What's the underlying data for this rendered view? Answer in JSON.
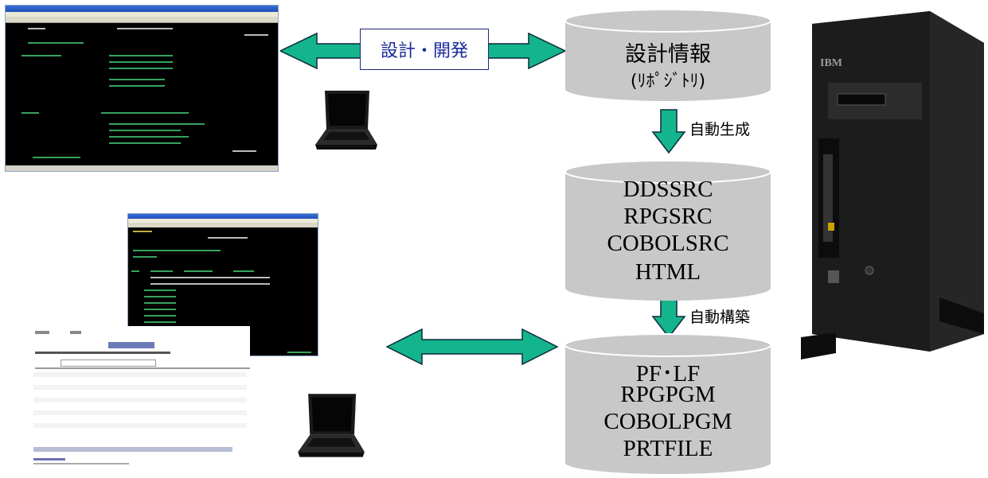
{
  "design_label": "設計・開発",
  "repository": {
    "line1": "設計情報",
    "line2": "(ﾘﾎﾟｼﾞﾄﾘ)"
  },
  "step1_label": "自動生成",
  "sources": [
    "DDSSRC",
    "RPGSRC",
    "COBOLSRC",
    "HTML"
  ],
  "step2_label": "自動構築",
  "objects": [
    "PF･LF",
    "RPGPGM",
    "COBOLPGM",
    "PRTFILE"
  ],
  "server": {
    "brand": "IBM"
  },
  "colors": {
    "arrow": "#14b58c",
    "cylinder": "#c8c8c8",
    "label_text": "#1b2a9a"
  }
}
